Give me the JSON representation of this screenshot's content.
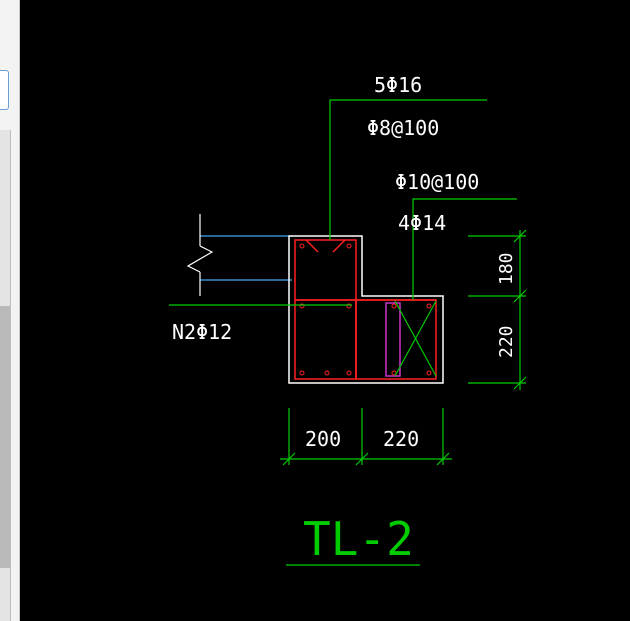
{
  "drawing": {
    "label_main_bars": "5Φ16",
    "label_stirrup_main": "Φ8@100",
    "label_stirrup_side": "Φ10@100",
    "label_side_bars": "4Φ14",
    "label_slab_bars": "N2Φ12",
    "dim_upper_height": "180",
    "dim_lower_height": "220",
    "dim_width_left": "200",
    "dim_width_right": "220",
    "title": "TL-2"
  },
  "colors": {
    "background": "#000000",
    "leader_green": "#00cc00",
    "rebar_red": "#ff2020",
    "outline_white": "#ffffff",
    "slab_cyan": "#3fa9f5",
    "stirrup_magenta": "#cc33cc",
    "text_white": "#ffffff"
  }
}
